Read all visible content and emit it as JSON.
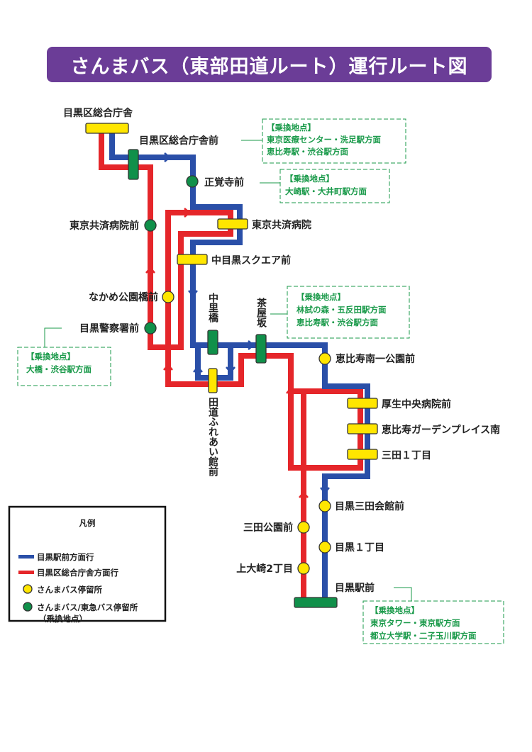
{
  "title": "さんまバス（東部田道ルート）運行ルート図",
  "colors": {
    "blue_route": "#2a4fa8",
    "red_route": "#e5262a",
    "sanma_stop": "#ffe600",
    "transfer_stop": "#10904a",
    "title_bg": "#6b3d97",
    "transfer_text": "#1a9a4a"
  },
  "stops": {
    "meguro_ward_office": "目黒区総合庁舎",
    "meguro_ward_office_mae": "目黒区総合庁舎前",
    "shokakuji_mae": "正覚寺前",
    "kyosai_hospital_mae": "東京共済病院前",
    "kyosai_hospital": "東京共済病院",
    "nakameguro_square": "中目黒スクエア前",
    "nakame_park_bridge": "なかめ公園橋前",
    "meguro_police": "目黒警察署前",
    "nakazatobashi": "中里橋",
    "chayazaka": "茶屋坂",
    "dendo_fureai": "田道ふれあい館前",
    "ebisu_minami1_park": "恵比寿南一公園前",
    "kosei_chuo_hospital": "厚生中央病院前",
    "ebisu_garden_place": "恵比寿ガーデンプレイス南",
    "mita_1chome": "三田１丁目",
    "meguro_mita_kaikan": "目黒三田会館前",
    "mita_park": "三田公園前",
    "meguro_1chome": "目黒１丁目",
    "kamiosaki_2chome": "上大崎2丁目",
    "meguro_station": "目黒駅前"
  },
  "transfers": [
    {
      "header": "【乗換地点】",
      "lines": [
        "東京医療センター・洗足駅方面",
        "恵比寿駅・渋谷駅方面"
      ]
    },
    {
      "header": "【乗換地点】",
      "lines": [
        "大崎駅・大井町駅方面"
      ]
    },
    {
      "header": "【乗換地点】",
      "lines": [
        "林試の森・五反田駅方面",
        "恵比寿駅・渋谷駅方面"
      ]
    },
    {
      "header": "【乗換地点】",
      "lines": [
        "大橋・渋谷駅方面"
      ]
    },
    {
      "header": "【乗換地点】",
      "lines": [
        "東京タワー・東京駅方面",
        "都立大学駅・二子玉川駅方面"
      ]
    }
  ],
  "legend": {
    "title": "凡例",
    "items": [
      "目黒駅前方面行",
      "目黒区総合庁舎方面行",
      "さんまバス停留所",
      "さんまバス/東急バス停留所"
    ],
    "note": "（乗換地点）"
  }
}
